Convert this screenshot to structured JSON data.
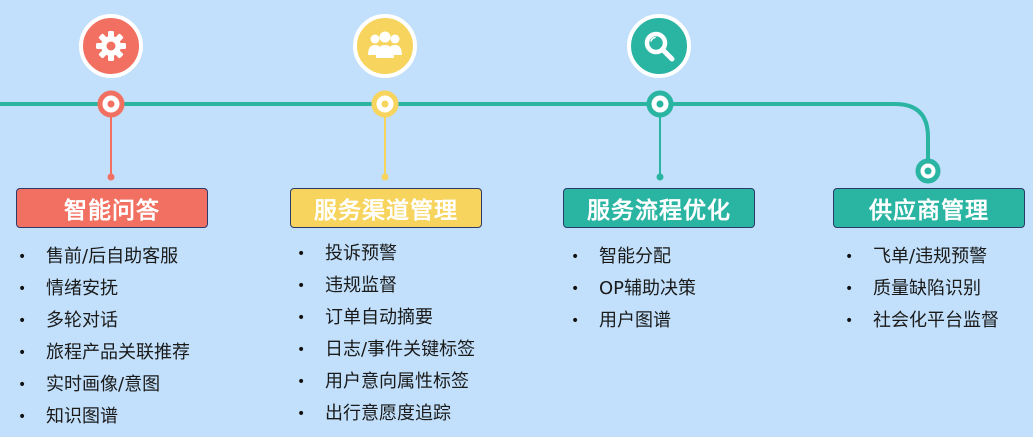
{
  "colors": {
    "background": "#c2e0fb",
    "teal": "#2ab5a3",
    "coral": "#f27062",
    "yellow": "#f6d45e"
  },
  "columns": [
    {
      "id": "qa",
      "icon": "gear-icon",
      "color": "#f27062",
      "title": "智能问答",
      "items": [
        "售前/后自助客服",
        "情绪安抚",
        "多轮对话",
        "旅程产品关联推荐",
        "实时画像/意图",
        "知识图谱"
      ]
    },
    {
      "id": "channel",
      "icon": "users-icon",
      "color": "#f6d45e",
      "title": "服务渠道管理",
      "items": [
        "投诉预警",
        "违规监督",
        "订单自动摘要",
        "日志/事件关键标签",
        "用户意向属性标签",
        "出行意愿度追踪"
      ]
    },
    {
      "id": "process",
      "icon": "search-icon",
      "color": "#2ab5a3",
      "title": "服务流程优化",
      "items": [
        "智能分配",
        "OP辅助决策",
        "用户图谱"
      ]
    },
    {
      "id": "supplier",
      "icon": "",
      "color": "#2ab5a3",
      "title": "供应商管理",
      "items": [
        "飞单/违规预警",
        "质量缺陷识别",
        "社会化平台监督"
      ]
    }
  ]
}
